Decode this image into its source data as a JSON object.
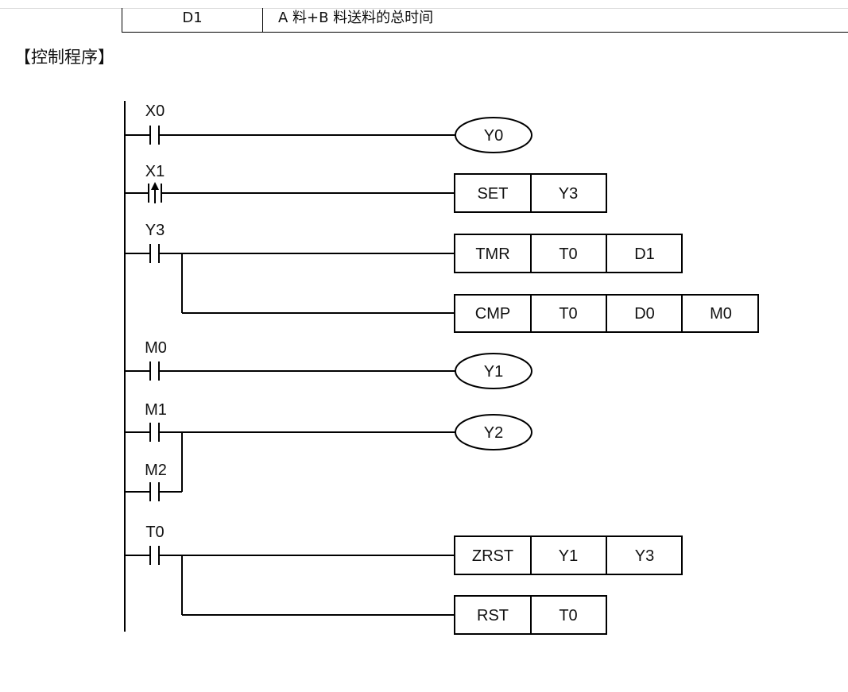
{
  "table_row": {
    "device": "D1",
    "description": "A 料+B 料送料的总时间"
  },
  "section_heading": "【控制程序】",
  "ladder": {
    "rungs": [
      {
        "contacts": [
          {
            "label": "X0",
            "type": "no"
          }
        ],
        "outputs": [
          {
            "type": "coil",
            "operands": [
              "Y0"
            ]
          }
        ]
      },
      {
        "contacts": [
          {
            "label": "X1",
            "type": "rising-edge"
          }
        ],
        "outputs": [
          {
            "type": "box",
            "operands": [
              "SET",
              "Y3"
            ]
          }
        ]
      },
      {
        "contacts": [
          {
            "label": "Y3",
            "type": "no"
          }
        ],
        "outputs": [
          {
            "type": "box",
            "operands": [
              "TMR",
              "T0",
              "D1"
            ]
          },
          {
            "type": "box",
            "operands": [
              "CMP",
              "T0",
              "D0",
              "M0"
            ]
          }
        ]
      },
      {
        "contacts": [
          {
            "label": "M0",
            "type": "no"
          }
        ],
        "outputs": [
          {
            "type": "coil",
            "operands": [
              "Y1"
            ]
          }
        ]
      },
      {
        "contacts": [
          {
            "label": "M1",
            "type": "no"
          },
          {
            "label": "M2",
            "type": "no",
            "parallel": true
          }
        ],
        "outputs": [
          {
            "type": "coil",
            "operands": [
              "Y2"
            ]
          }
        ]
      },
      {
        "contacts": [
          {
            "label": "T0",
            "type": "no"
          }
        ],
        "outputs": [
          {
            "type": "box",
            "operands": [
              "ZRST",
              "Y1",
              "Y3"
            ]
          },
          {
            "type": "box",
            "operands": [
              "RST",
              "T0"
            ]
          }
        ]
      }
    ]
  }
}
